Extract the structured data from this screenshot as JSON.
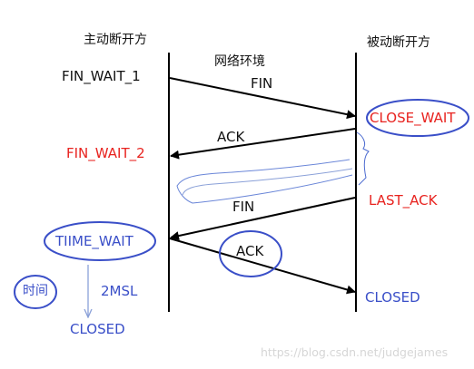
{
  "left_header": "主动断开方",
  "right_header": "被动断开方",
  "network_label": "网络环境",
  "left_states": [
    "FIN_WAIT_1",
    "FIN_WAIT_2",
    "TIIME_WAIT",
    "CLOSED"
  ],
  "right_states": [
    "CLOSE_WAIT",
    "LAST_ACK",
    "CLOSED"
  ],
  "messages": [
    "FIN",
    "ACK",
    "FIN",
    "ACK"
  ],
  "time_label": "时间",
  "duration_label": "2MSL",
  "watermark": "https://blog.csdn.net/judgejames",
  "colors": {
    "red": "#e8231f",
    "blue": "#3a4fc8",
    "line": "#000000"
  }
}
